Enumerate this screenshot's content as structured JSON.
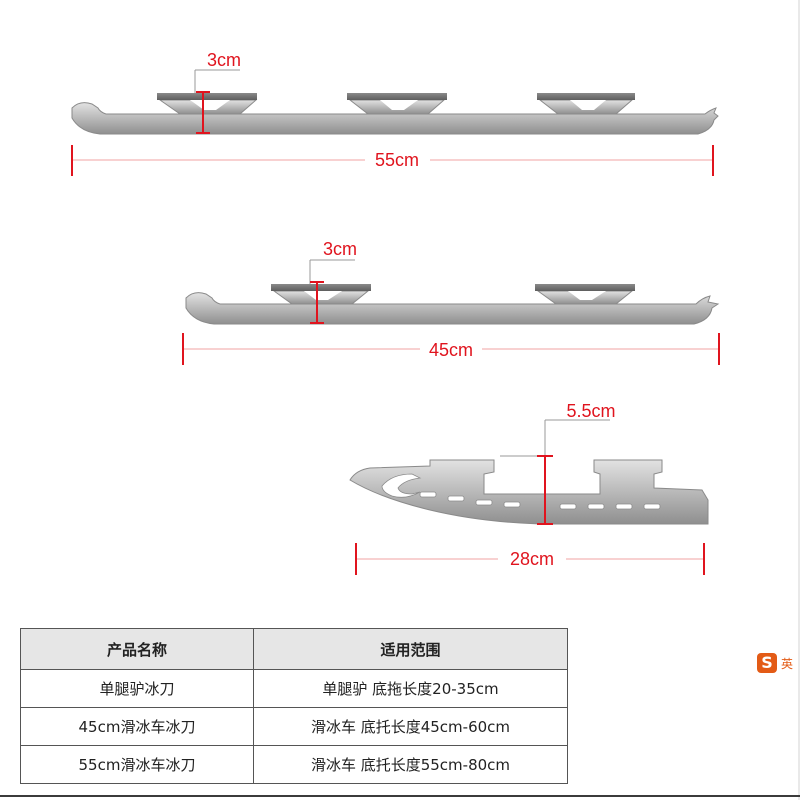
{
  "diagram": {
    "blade_55": {
      "length_label": "55cm",
      "height_label": "3cm"
    },
    "blade_45": {
      "length_label": "45cm",
      "height_label": "3cm"
    },
    "blade_28": {
      "length_label": "28cm",
      "height_label": "5.5cm"
    }
  },
  "table": {
    "headers": [
      "产品名称",
      "适用范围"
    ],
    "rows": [
      [
        "单腿驴冰刀",
        "单腿驴 底拖长度20-35cm"
      ],
      [
        "45cm滑冰车冰刀",
        "滑冰车 底托长度45cm-60cm"
      ],
      [
        "55cm滑冰车冰刀",
        "滑冰车 底托长度55cm-80cm"
      ]
    ]
  },
  "ime": {
    "logo": "S",
    "lang": "英"
  },
  "colors": {
    "dimension": "#e0141e",
    "steel": "#b7b7b7",
    "table_header_bg": "#e6e6e6"
  },
  "icons": [
    "sogou-ime-icon"
  ]
}
